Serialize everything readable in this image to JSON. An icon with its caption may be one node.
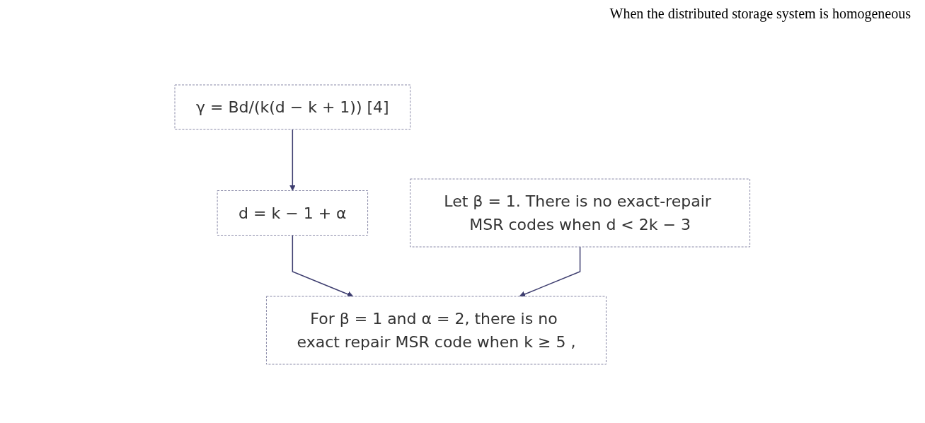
{
  "diagram": {
    "nodes": [
      {
        "text": [
          "γ = Bd/(k(d − k + 1)) [4]"
        ]
      },
      {
        "text": [
          "d = k − 1 + α"
        ]
      },
      {
        "text": [
          "Let β = 1. There is no exact-repair MSR codes when d < 2k − 3"
        ]
      },
      {
        "text": [
          "For β = 1 and α = 2, there is no exact repair MSR code when k ≥ 5 ,"
        ]
      }
    ],
    "edges": [
      {
        "from": 0,
        "to": 1,
        "arrow": "to"
      },
      {
        "from": 1,
        "to": 3,
        "arrow": "to"
      },
      {
        "from": 2,
        "to": 3,
        "arrow": "to"
      }
    ],
    "labels": [
      "When the distributed storage system is homogeneous"
    ]
  }
}
